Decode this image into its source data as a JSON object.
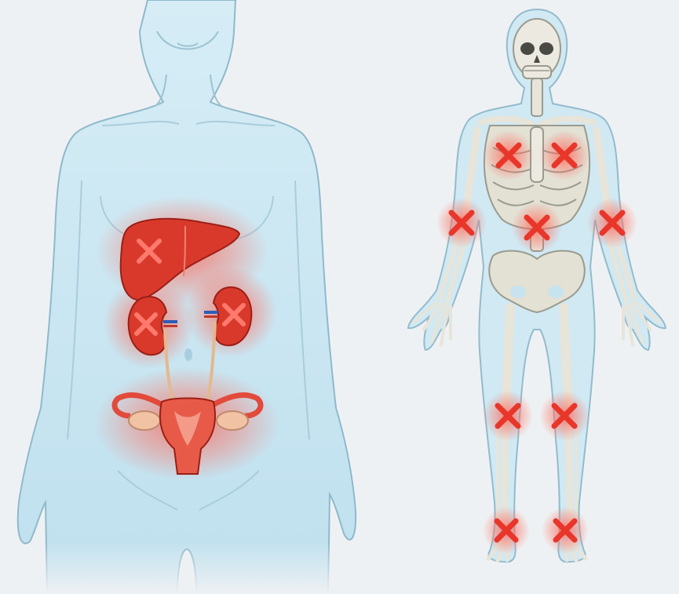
{
  "figures": [
    {
      "name": "female-torso",
      "organs_marked": [
        "liver",
        "left-kidney",
        "right-kidney",
        "uterus-and-ovaries"
      ]
    },
    {
      "name": "skeleton",
      "joints_marked": [
        "right-shoulder",
        "left-shoulder",
        "sternum-spine",
        "right-elbow",
        "left-elbow",
        "right-knee",
        "left-knee",
        "right-ankle",
        "left-ankle"
      ]
    }
  ],
  "colors": {
    "background": "#eef1f3",
    "body_fill": "#c9e6f2",
    "body_outline": "#8fb9cc",
    "organ_red": "#d9392b",
    "highlight_glow": "#ff5a4a",
    "cross_mark": "#e8362a",
    "bone": "#e7e4da",
    "bone_outline": "#9a9a8e"
  },
  "icons": [
    "cross-mark-icon"
  ]
}
